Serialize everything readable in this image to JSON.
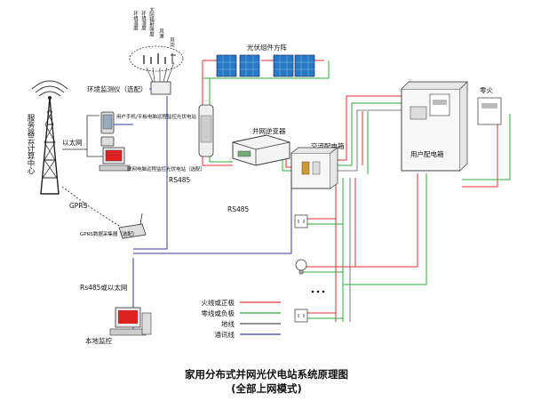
{
  "labels": {
    "server": "服务器云计算中心",
    "ethernet": "以太网",
    "gprs": "GPRS",
    "rs485_left": "RS485",
    "rs485_mid": "RS485",
    "rs485_or_eth": "Rs485或以太网",
    "env_monitor": "环境监测仪（选配）",
    "solar_array": "光伏组件方阵",
    "inverter": "并网逆变器",
    "ac_box": "交流配电箱",
    "user_box": "用户配电箱",
    "live": "零火",
    "phone_text": "用户手机/平板电脑远程监控光伏电站（选配）",
    "pc_text": "联网电脑远程监控光伏电站（选配）",
    "collector": "GPRS数据采集器（选配）",
    "local_monitor": "本地监控",
    "wind_dir": "风向",
    "wind_speed": "风速",
    "solar_rad": "太阳辐射强度",
    "env_temp": "环境温度",
    "env_hum": "环境湿度"
  },
  "legend": [
    {
      "label": "火线或正极",
      "color": "#e03030"
    },
    {
      "label": "零线或负极",
      "color": "#2faa3a"
    },
    {
      "label": "地线",
      "color": "#555555"
    },
    {
      "label": "通讯线",
      "color": "#3a3aa8"
    }
  ],
  "title": {
    "line1": "家用分布式并网光伏电站系统原理图",
    "line2": "(全部上网模式)"
  },
  "colors": {
    "fire": "#e03030",
    "zero": "#2faa3a",
    "comm": "#3a3aa8",
    "panel": "#2a78c8"
  }
}
